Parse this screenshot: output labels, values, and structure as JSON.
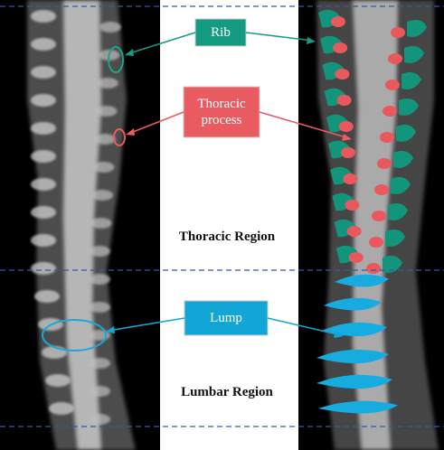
{
  "labels": {
    "rib": "Rib",
    "thoracic_process": "Thoracic process",
    "lump": "Lump"
  },
  "regions": {
    "thoracic": "Thoracic Region",
    "lumbar": "Lumbar Region"
  },
  "colors": {
    "rib_label": "#169b83",
    "thoracic_label": "#e95b61",
    "lump_label": "#12a6d6",
    "rib_segment": "#13957c",
    "process_segment": "#e9585d",
    "lump_segment": "#17ace0",
    "divider": "#3a57a6"
  }
}
